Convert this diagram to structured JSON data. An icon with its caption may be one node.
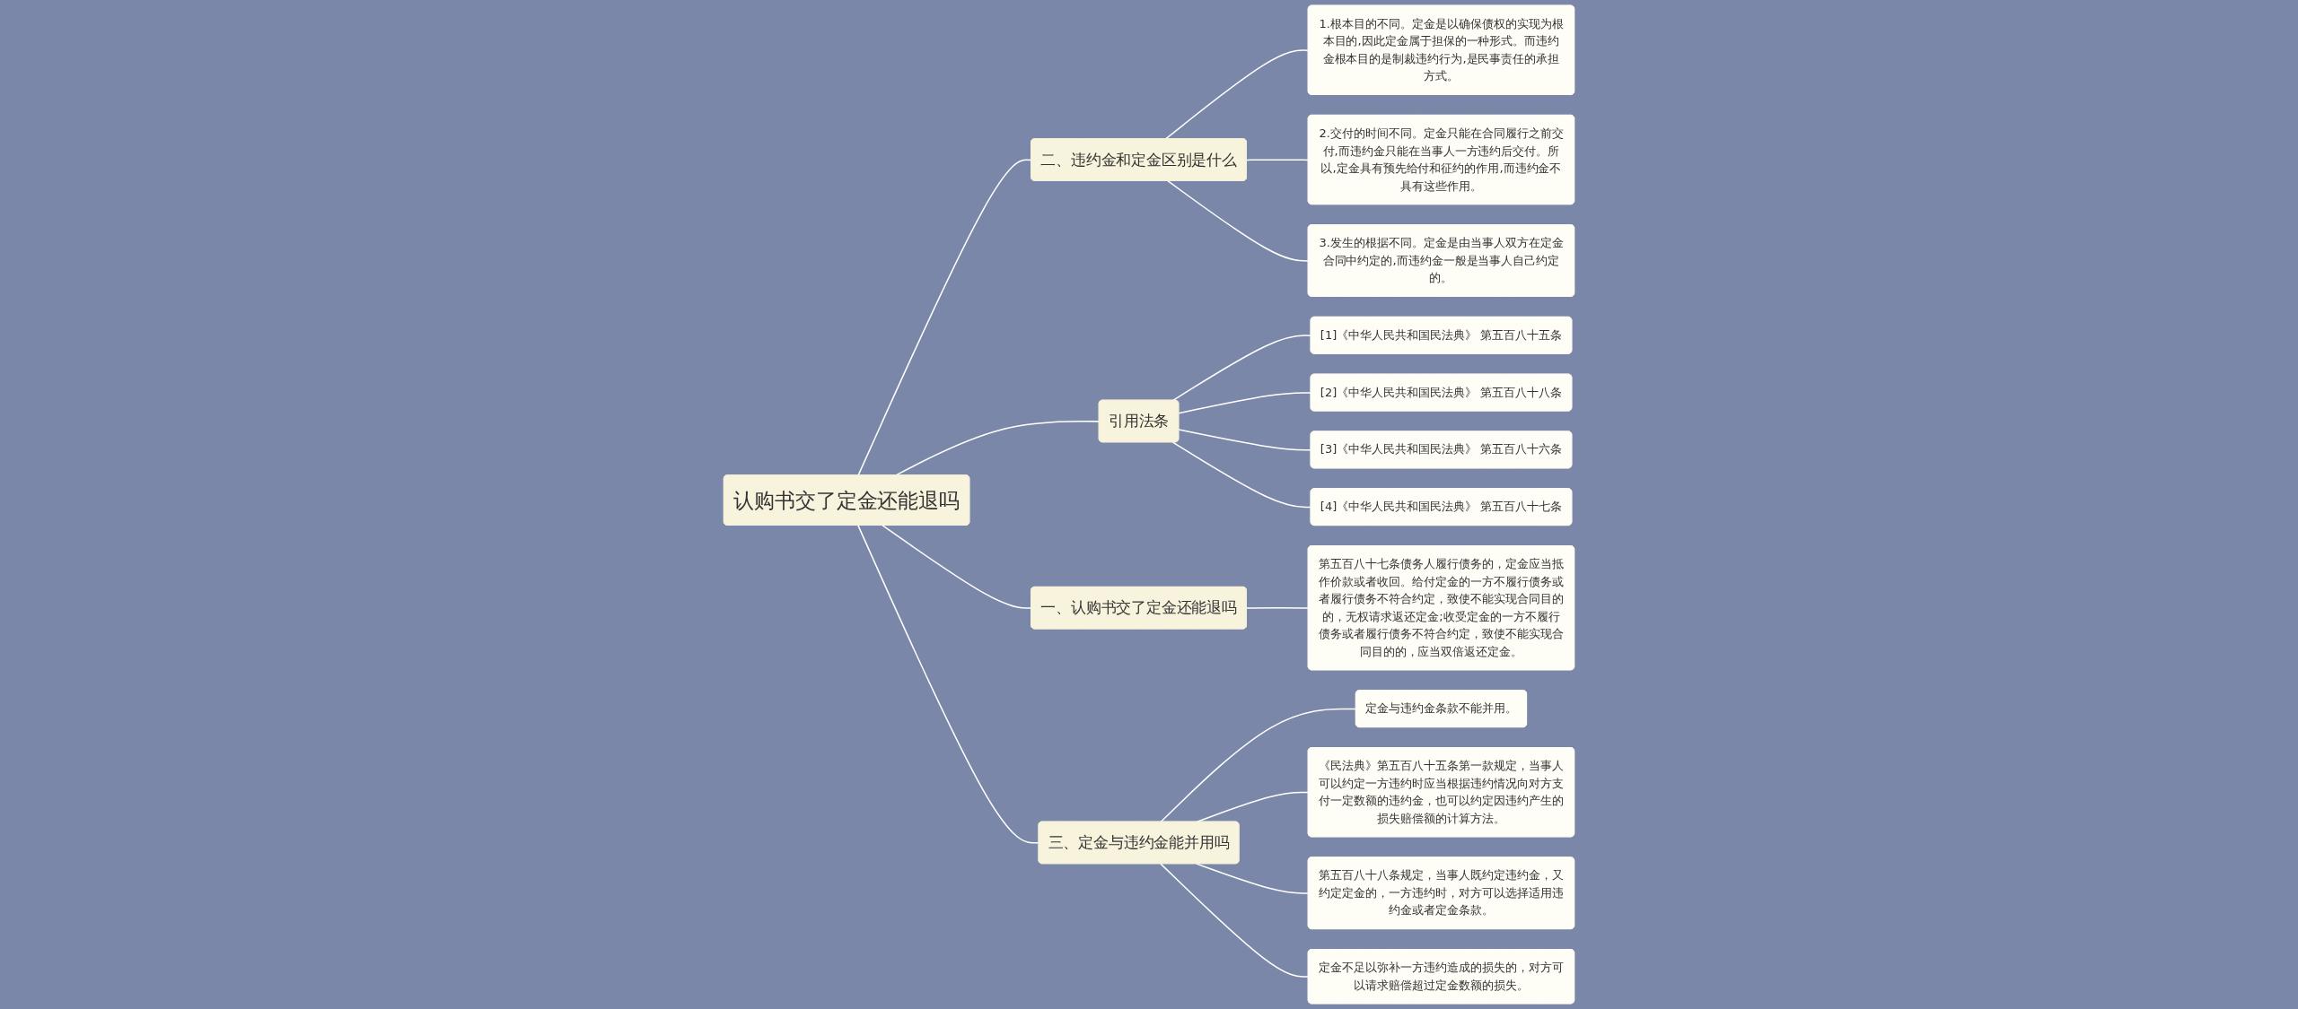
{
  "diagram": {
    "nodes": [
      {
        "text": [
          "认购书交了定金还能退吗"
        ]
      },
      {
        "text": [
          "二、违约金和定金区别是什么"
        ]
      },
      {
        "text": [
          "1.根本目的不同。定金是以确保债权的实现为根本目的,因此定金属于担保的一种形式。而违约金根本目的是制裁违约行为,是民事责任的承担方式。"
        ]
      },
      {
        "text": [
          "2.交付的时间不同。定金只能在合同履行之前交付,而违约金只能在当事人一方违约后交付。所以,定金具有预先给付和征约的作用,而违约金不具有这些作用。"
        ]
      },
      {
        "text": [
          "3.发生的根据不同。定金是由当事人双方在定金合同中约定的,而违约金一般是当事人自己约定的。"
        ]
      },
      {
        "text": [
          "引用法条"
        ]
      },
      {
        "text": [
          "[1]《中华人民共和国民法典》 第五百八十五条"
        ]
      },
      {
        "text": [
          "[2]《中华人民共和国民法典》 第五百八十八条"
        ]
      },
      {
        "text": [
          "[3]《中华人民共和国民法典》 第五百八十六条"
        ]
      },
      {
        "text": [
          "[4]《中华人民共和国民法典》 第五百八十七条"
        ]
      },
      {
        "text": [
          "一、认购书交了定金还能退吗"
        ]
      },
      {
        "text": [
          "第五百八十七条债务人履行债务的，定金应当抵作价款或者收回。给付定金的一方不履行债务或者履行债务不符合约定，致使不能实现合同目的的，无权请求返还定金;收受定金的一方不履行债务或者履行债务不符合约定，致使不能实现合同目的的，应当双倍返还定金。"
        ]
      },
      {
        "text": [
          "三、定金与违约金能并用吗"
        ]
      },
      {
        "text": [
          "定金与违约金条款不能并用。"
        ]
      },
      {
        "text": [
          "《民法典》第五百八十五条第一款规定，当事人可以约定一方违约时应当根据违约情况向对方支付一定数额的违约金，也可以约定因违约产生的损失赔偿额的计算方法。"
        ]
      },
      {
        "text": [
          "第五百八十八条规定，当事人既约定违约金，又约定定金的，一方违约时，对方可以选择适用违约金或者定金条款。"
        ]
      },
      {
        "text": [
          "定金不足以弥补一方违约造成的损失的，对方可以请求赔偿超过定金数额的损失。"
        ]
      }
    ],
    "edges": [
      {
        "from": 0,
        "to": 1,
        "arrow": "none"
      },
      {
        "from": 1,
        "to": 2,
        "arrow": "none"
      },
      {
        "from": 1,
        "to": 3,
        "arrow": "none"
      },
      {
        "from": 1,
        "to": 4,
        "arrow": "none"
      },
      {
        "from": 0,
        "to": 5,
        "arrow": "none"
      },
      {
        "from": 5,
        "to": 6,
        "arrow": "none"
      },
      {
        "from": 5,
        "to": 7,
        "arrow": "none"
      },
      {
        "from": 5,
        "to": 8,
        "arrow": "none"
      },
      {
        "from": 5,
        "to": 9,
        "arrow": "none"
      },
      {
        "from": 0,
        "to": 10,
        "arrow": "none"
      },
      {
        "from": 10,
        "to": 11,
        "arrow": "none"
      },
      {
        "from": 0,
        "to": 12,
        "arrow": "none"
      },
      {
        "from": 12,
        "to": 13,
        "arrow": "none"
      },
      {
        "from": 12,
        "to": 14,
        "arrow": "none"
      },
      {
        "from": 12,
        "to": 15,
        "arrow": "none"
      },
      {
        "from": 12,
        "to": 16,
        "arrow": "none"
      }
    ]
  }
}
